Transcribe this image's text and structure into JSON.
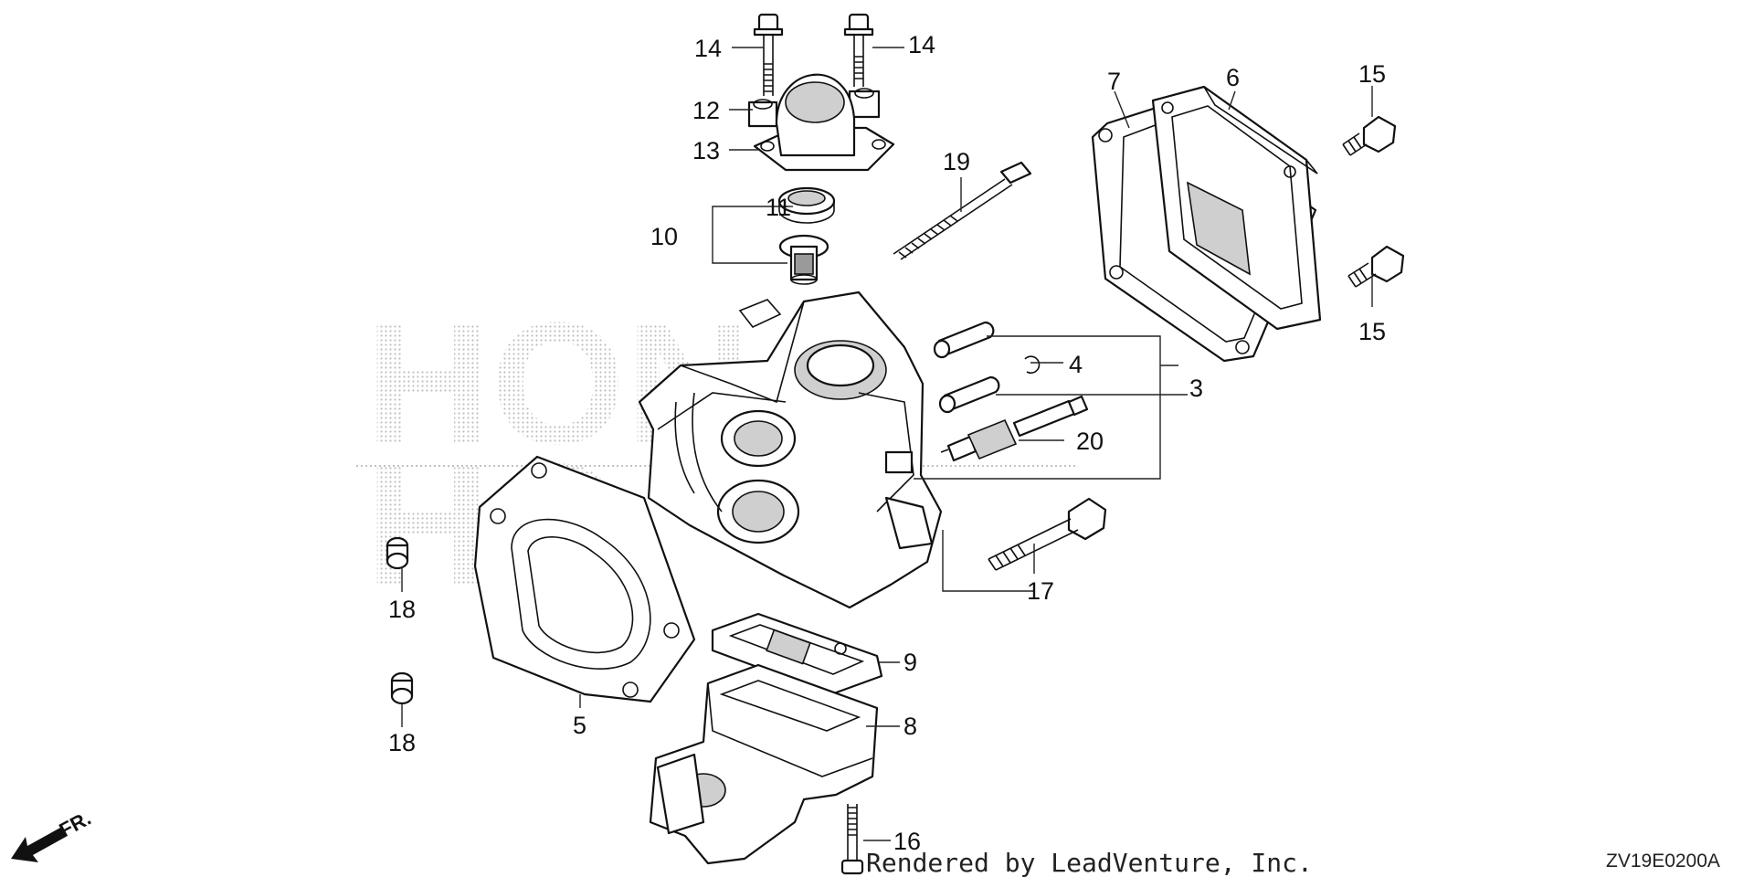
{
  "callouts": [
    {
      "id": "p14a",
      "text": "14"
    },
    {
      "id": "p14b",
      "text": "14"
    },
    {
      "id": "p12",
      "text": "12"
    },
    {
      "id": "p13",
      "text": "13"
    },
    {
      "id": "p11",
      "text": "11"
    },
    {
      "id": "p10",
      "text": "10"
    },
    {
      "id": "p19",
      "text": "19"
    },
    {
      "id": "p7",
      "text": "7"
    },
    {
      "id": "p6",
      "text": "6"
    },
    {
      "id": "p15a",
      "text": "15"
    },
    {
      "id": "p15b",
      "text": "15"
    },
    {
      "id": "p4",
      "text": "4"
    },
    {
      "id": "p3",
      "text": "3"
    },
    {
      "id": "p20",
      "text": "20"
    },
    {
      "id": "p17",
      "text": "17"
    },
    {
      "id": "p18a",
      "text": "18"
    },
    {
      "id": "p18b",
      "text": "18"
    },
    {
      "id": "p5",
      "text": "5"
    },
    {
      "id": "p9",
      "text": "9"
    },
    {
      "id": "p8",
      "text": "8"
    },
    {
      "id": "p16",
      "text": "16"
    }
  ],
  "direction_label": "FR.",
  "footer": {
    "credit": "Rendered by LeadVenture, Inc.",
    "diagram_code": "ZV19E0200A"
  },
  "watermark": {
    "line1": "HON",
    "line2": "HO"
  }
}
